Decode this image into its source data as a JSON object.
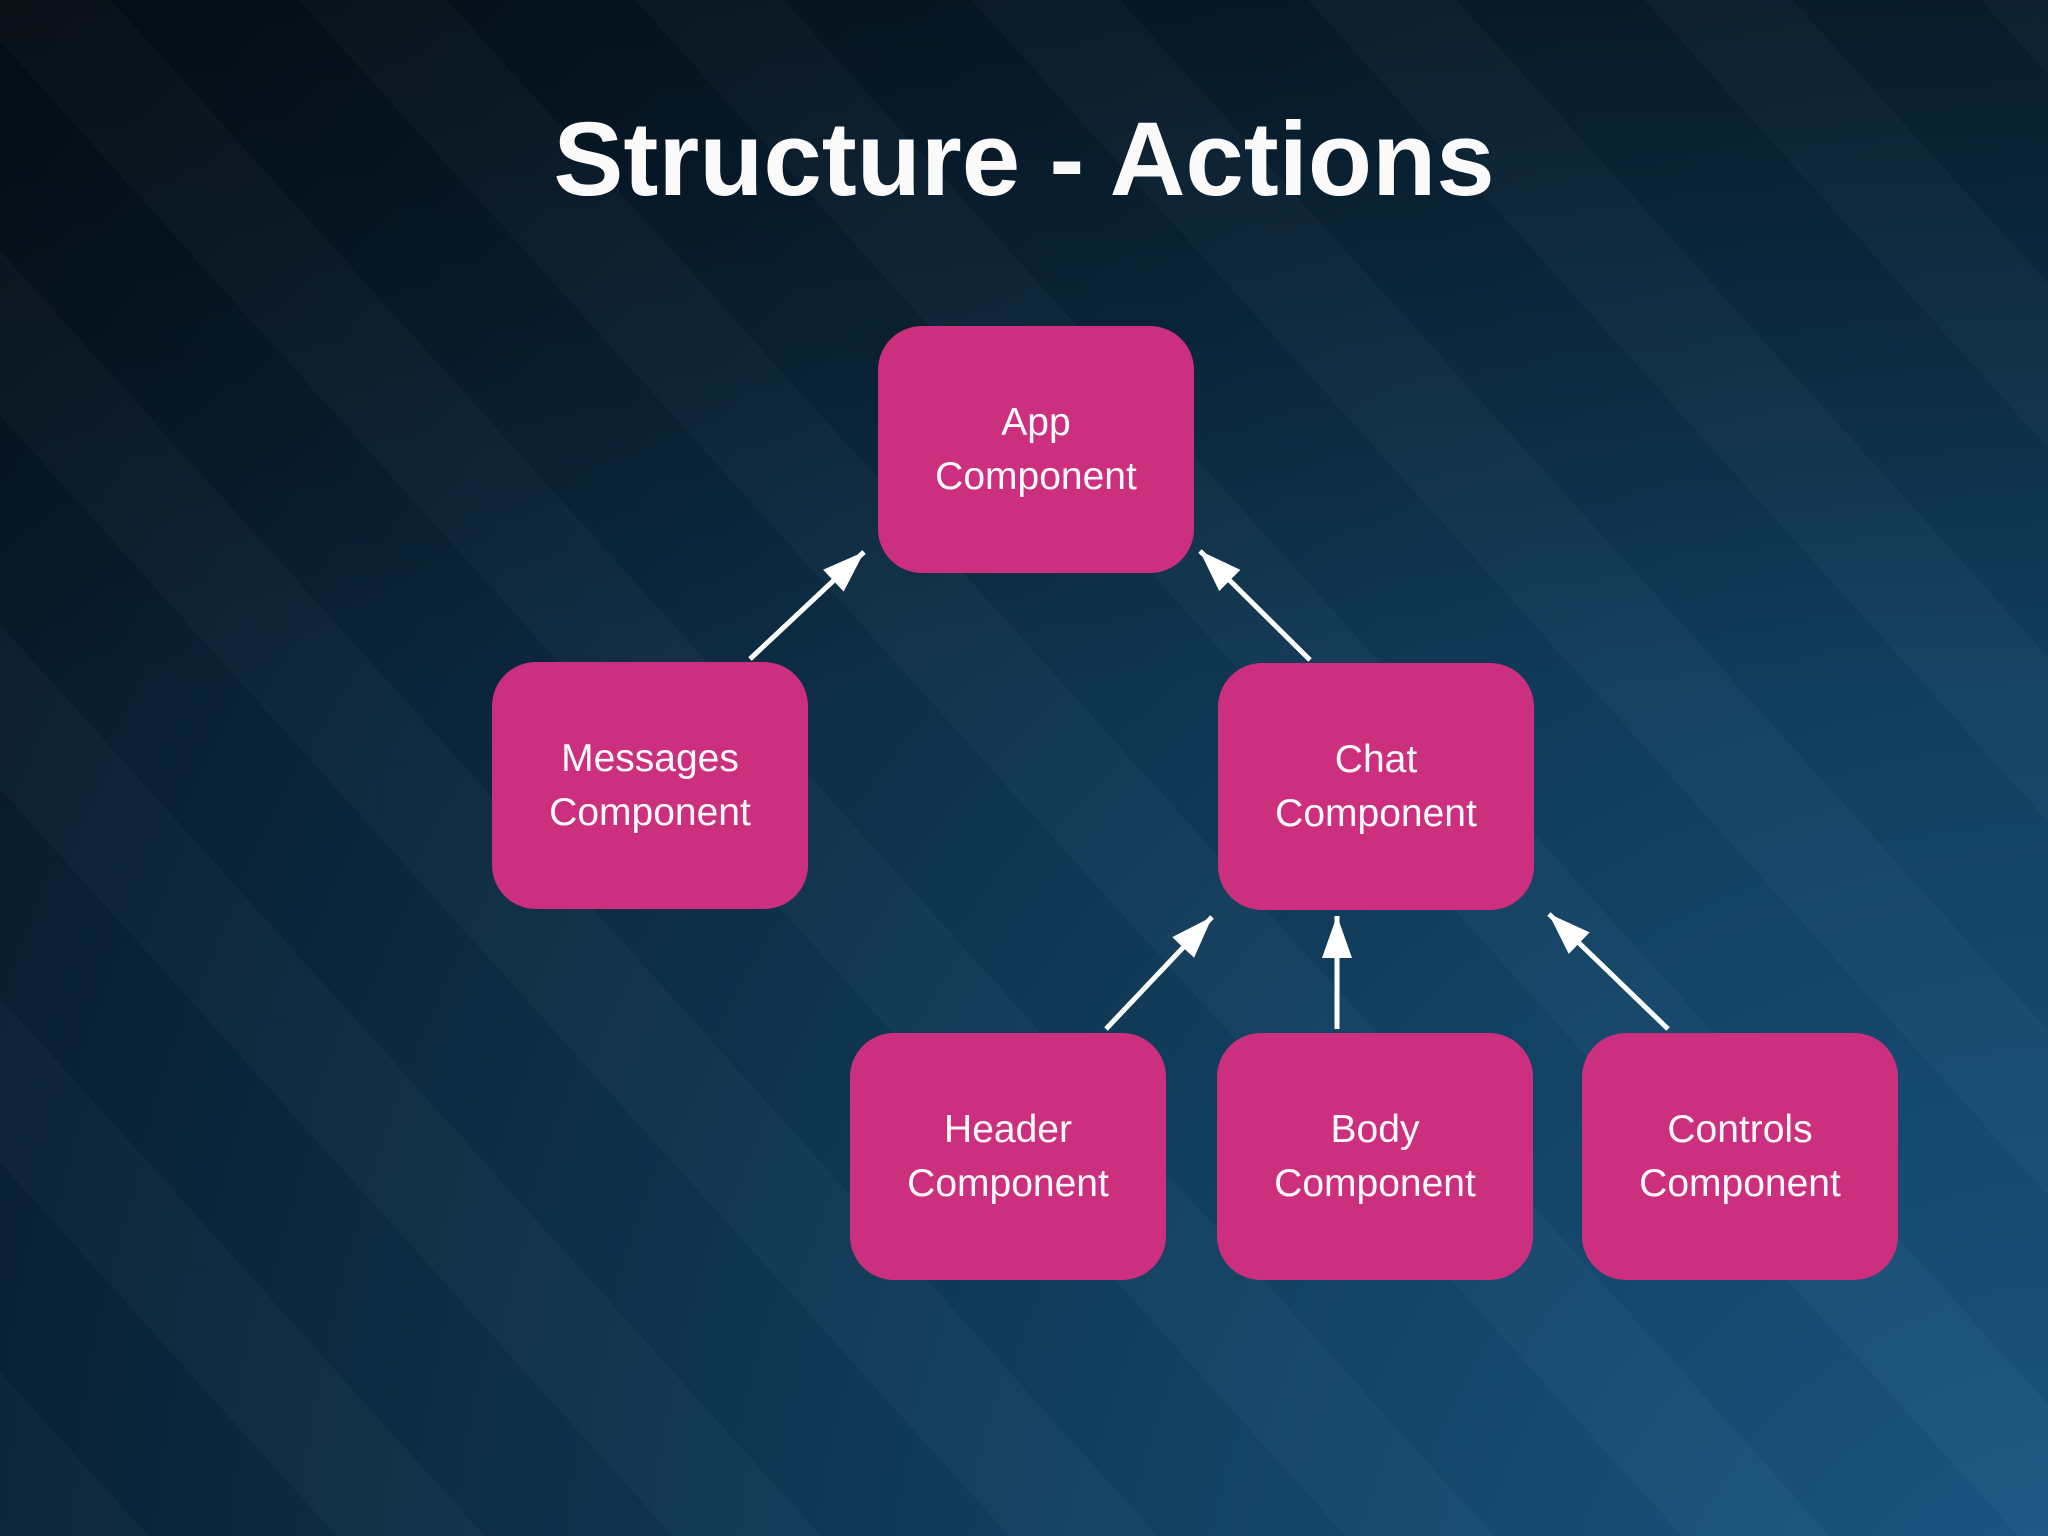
{
  "slide": {
    "title": "Structure - Actions"
  },
  "colors": {
    "node_fill": "#cc2f7e",
    "node_text": "#ffffff",
    "arrow": "#ffffff",
    "background_dark": "#040c14",
    "background_light": "#1c5a88"
  },
  "nodes": {
    "app": {
      "line1": "App",
      "line2": "Component"
    },
    "messages": {
      "line1": "Messages",
      "line2": "Component"
    },
    "chat": {
      "line1": "Chat",
      "line2": "Component"
    },
    "header": {
      "line1": "Header",
      "line2": "Component"
    },
    "body": {
      "line1": "Body",
      "line2": "Component"
    },
    "controls": {
      "line1": "Controls",
      "line2": "Component"
    }
  },
  "edges": [
    {
      "from": "messages-component",
      "to": "app-component"
    },
    {
      "from": "chat-component",
      "to": "app-component"
    },
    {
      "from": "header-component",
      "to": "chat-component"
    },
    {
      "from": "body-component",
      "to": "chat-component"
    },
    {
      "from": "controls-component",
      "to": "chat-component"
    }
  ]
}
